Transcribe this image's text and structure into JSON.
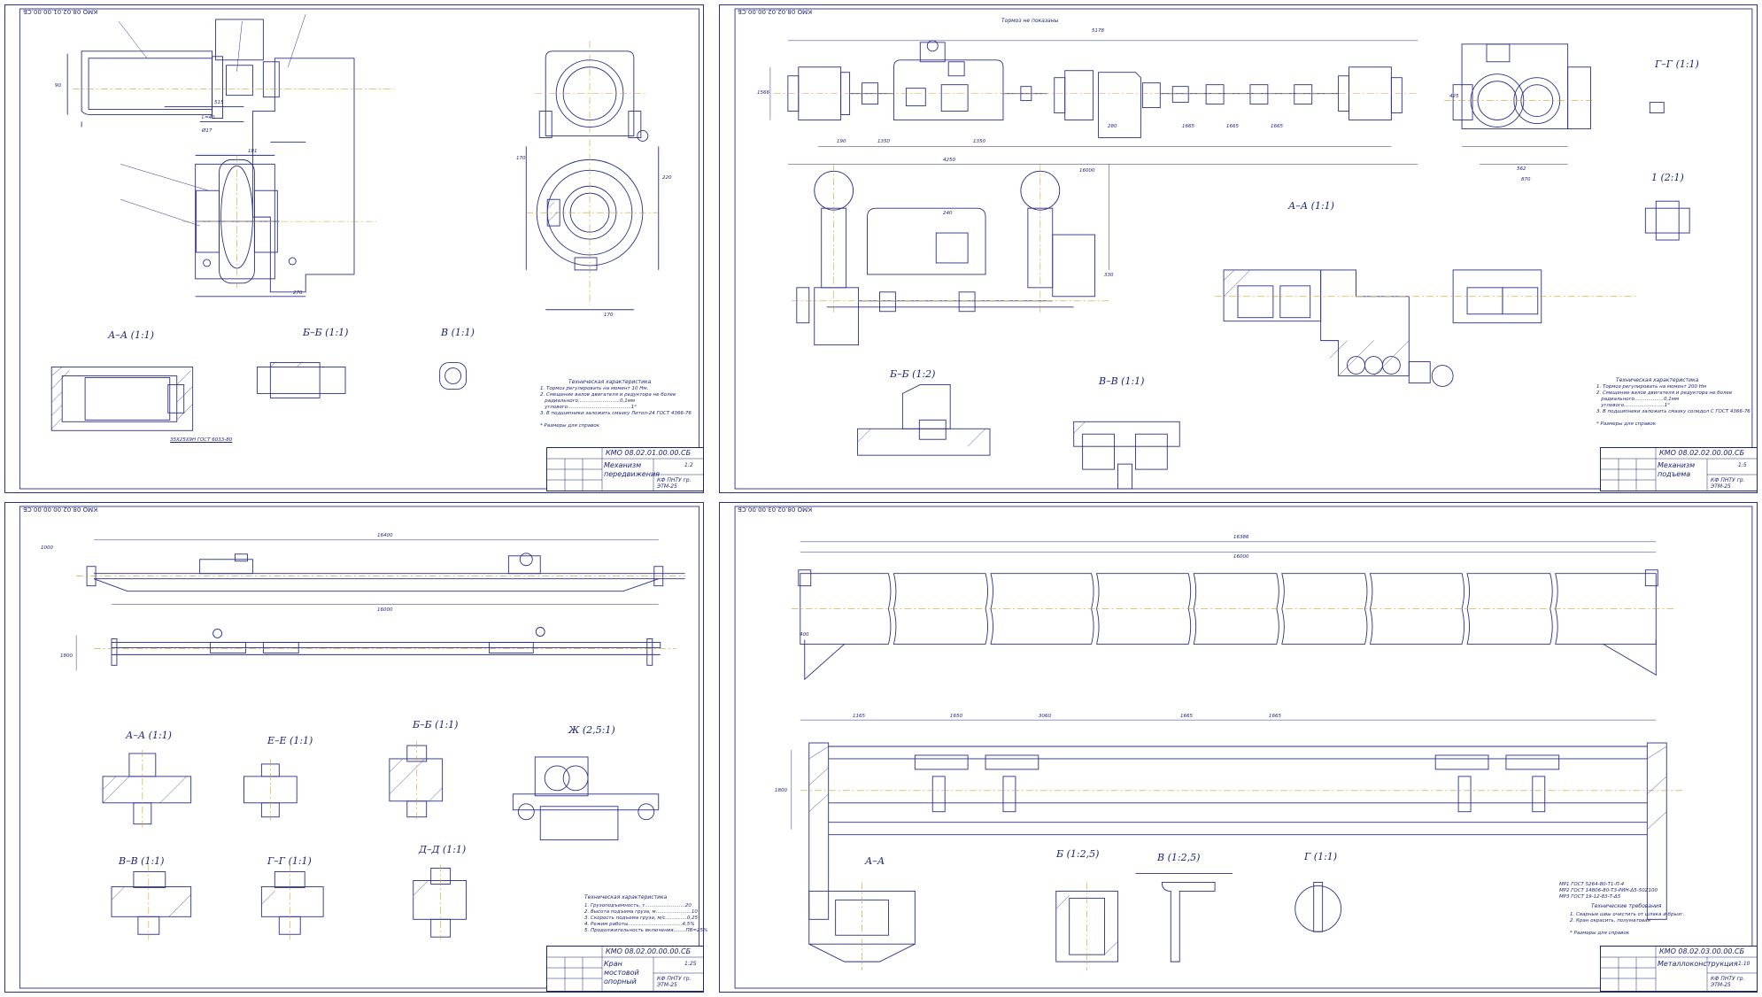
{
  "sheets": [
    {
      "stamp": "КМО 08.02.01.00.00.СБ",
      "code": "КМО 08.02.01.00.00.СБ",
      "name": "Механизм передвижения",
      "org": "КФ ПНТУ гр. ЭТМ-25",
      "sheet_no": "1:2",
      "section_labels": [
        "А–А (1:1)",
        "Б–Б (1:1)",
        "В (1:1)"
      ],
      "bolt_note": "35Х25Х9Н ГОСТ 6033-80",
      "notes_title": "Техническая характеристика",
      "notes": "1. Тормоз регулировать на момент 10 Нм.\n2. Смещение валов двигателя и редуктора не более\n   радиального...........................0,1мм\n   углового.........................................1°\n3. В подшипники заложить смазку Литол-24 ГОСТ 4366-76\n\n* Размеры для справок",
      "dims": [
        "90",
        "515",
        "L=40",
        "Ø17",
        "181",
        "270",
        "170",
        "220",
        "170"
      ]
    },
    {
      "stamp": "КМО 08.02.02.00.00.СБ",
      "code": "КМО 08.02.02.00.00.СБ",
      "name": "Механизм подъема",
      "org": "КФ ПНТУ гр. ЭТМ-25",
      "sheet_no": "1:5",
      "top_caption": "Тормоз не показаны",
      "section_labels": [
        "Г–Г (1:1)",
        "А–А (1:1)",
        "Б–Б (1:2)",
        "В–В (1:1)",
        "1 (2:1)"
      ],
      "notes_title": "Техническая характеристика",
      "notes": "1. Тормоз регулировать на момент 200 Нм\n2. Смещение валов двигателя и редуктора не более\n   радиального...................0,1мм\n   углового..........................1°\n3. В подшипники заложить смазку солидол С ГОСТ 4366-76\n\n* Размеры для справок",
      "dims": [
        "5178",
        "1566",
        "190",
        "1350",
        "1350",
        "4250",
        "16000",
        "280",
        "1665",
        "1665",
        "1665",
        "425",
        "562",
        "870",
        "240",
        "330"
      ]
    },
    {
      "stamp": "КМО 08.02.00.00.00.СБ",
      "code": "КМО 08.02.00.00.00.СБ",
      "name": "Кран мостовой опорный",
      "org": "КФ ПНТУ гр. ЭТМ-25",
      "sheet_no": "1:25",
      "section_labels": [
        "А–А (1:1)",
        "Е–Е (1:1)",
        "Б–Б (1:1)",
        "Ж (2,5:1)",
        "В–В (1:1)",
        "Г–Г (1:1)",
        "Д–Д (1:1)"
      ],
      "notes_title": "Техническая характеристика",
      "notes": "1. Грузоподъемность, т..........................20\n2. Высота подъема груза, м.......................10\n3. Скорость подъема груза, м/с..............0,25\n4. Режим работы...................................4,5%\n5. Продолжительность включения........ПВ=25%",
      "dims": [
        "16400",
        "16000",
        "1800",
        "1000"
      ]
    },
    {
      "stamp": "КМО 08.02.03.00.00.СБ",
      "code": "КМО 08.02.03.00.00.СБ",
      "name": "Металлоконструкция",
      "org": "КФ ПНТУ гр. ЭТМ-25",
      "sheet_no": "1:10",
      "section_labels": [
        "А–А",
        "Б (1:2,5)",
        "В (1:2,5)",
        "Г (1:1)"
      ],
      "notes_title": "Технические требования",
      "notes": "1. Сварные швы очистить от шлака и брызг.\n2. Кран окрасить, полуматовая\n\n* Размеры для справок",
      "weld_notes": "МР1 ГОСТ 5264-80-Т1-П-4\nМР2 ГОСТ 14806-80-Т3-РИН-Δ5-50Z100\nМР3 ГОСТ 19-12-83-Т-Δ5",
      "dims": [
        "16386",
        "16000",
        "1165",
        "1650",
        "3060",
        "1665",
        "1665",
        "1800",
        "400"
      ]
    }
  ],
  "colors": {
    "line": "#2a2f86",
    "axis": "#c9a227",
    "hatch": "#3a3f90",
    "thin": "#5a5fa8"
  }
}
